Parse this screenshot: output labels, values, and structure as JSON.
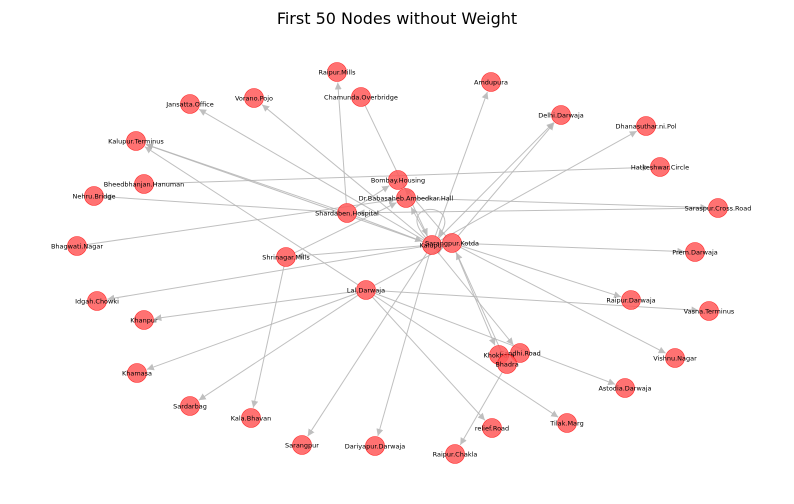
{
  "title": "First 50 Nodes without Weight",
  "style": {
    "node_color": "#ff5a5a",
    "node_border": "#ff0000",
    "edge_color": "#b5b5b5",
    "label_color": "#000000"
  },
  "nodes": [
    {
      "id": "raipur_mills",
      "label": "Raipur.Mills"
    },
    {
      "id": "amdupura",
      "label": "Amdupura"
    },
    {
      "id": "jansatta_office",
      "label": "Jansatta.Office"
    },
    {
      "id": "vorano_pojo",
      "label": "Vorano.Pojo"
    },
    {
      "id": "chamunda_overbridge",
      "label": "Chamunda.Overbridge"
    },
    {
      "id": "delhi_darwaja",
      "label": "Delhi.Darwaja"
    },
    {
      "id": "dhanasuthar_ni_pol",
      "label": "Dhanasuthar.ni.Pol"
    },
    {
      "id": "kalupur_terminus",
      "label": "Kalupur.Terminus"
    },
    {
      "id": "hatkeshwar_circle",
      "label": "Hatkeshwar.Circle"
    },
    {
      "id": "bombay_housing",
      "label": "Bombay.Housing"
    },
    {
      "id": "bheedbhanjan_hanuman",
      "label": "Bheedbhanjan.Hanuman"
    },
    {
      "id": "dr_babasaheb_ambedkar_hall",
      "label": "Dr.Babasaheb.Ambedkar.Hall"
    },
    {
      "id": "nehru_bridge",
      "label": "Nehru.Bridge"
    },
    {
      "id": "saraspur_cross_road",
      "label": "Saraspur.Cross.Road"
    },
    {
      "id": "shardaben_hospital",
      "label": "Shardaben.Hospital"
    },
    {
      "id": "kalupur",
      "label": "Kalupur"
    },
    {
      "id": "sarangpur_kotda",
      "label": "Sarangpur.Kotda"
    },
    {
      "id": "bhagwati_nagar",
      "label": "Bhagwati.Nagar"
    },
    {
      "id": "shrinagar_mills",
      "label": "Shrinagar.Mills"
    },
    {
      "id": "prem_darwaja",
      "label": "Prem.Darwaja"
    },
    {
      "id": "lal_darwaja",
      "label": "Lal.Darwaja"
    },
    {
      "id": "idgah_chowki",
      "label": "Idgah.Chowki"
    },
    {
      "id": "raipur_darwaja",
      "label": "Raipur.Darwaja"
    },
    {
      "id": "vasna_terminus",
      "label": "Vasna.Terminus"
    },
    {
      "id": "khanpur",
      "label": "Khanpur"
    },
    {
      "id": "gandhi_road",
      "label": "Gandhi.Road"
    },
    {
      "id": "khokhara",
      "label": "Khokhara"
    },
    {
      "id": "bhadra",
      "label": "Bhadra"
    },
    {
      "id": "vishnu_nagar",
      "label": "Vishnu.Nagar"
    },
    {
      "id": "khamasa",
      "label": "Khamasa"
    },
    {
      "id": "astodia_darwaja",
      "label": "Astodia.Darwaja"
    },
    {
      "id": "sardarbag",
      "label": "Sardarbag"
    },
    {
      "id": "kala_bhavan",
      "label": "Kala.Bhavan"
    },
    {
      "id": "tilak_marg",
      "label": "Tilak.Marg"
    },
    {
      "id": "relief_road",
      "label": "relief.Road"
    },
    {
      "id": "sarangpur",
      "label": "Sarangpur"
    },
    {
      "id": "dariyapur_darwaja",
      "label": "Dariyapur.Darwaja"
    },
    {
      "id": "raipur_chakla",
      "label": "Raipur.Chakla"
    }
  ],
  "edges": [
    [
      "kalupur",
      "amdupura"
    ],
    [
      "kalupur",
      "delhi_darwaja"
    ],
    [
      "sarangpur_kotda",
      "delhi_darwaja"
    ],
    [
      "kalupur",
      "dhanasuthar_ni_pol"
    ],
    [
      "kalupur",
      "vorano_pojo"
    ],
    [
      "kalupur",
      "jansatta_office"
    ],
    [
      "kalupur",
      "kalupur_terminus"
    ],
    [
      "kalupur",
      "shrinagar_mills"
    ],
    [
      "kalupur",
      "idgah_chowki"
    ],
    [
      "kalupur",
      "sarangpur"
    ],
    [
      "kalupur",
      "dariyapur_darwaja"
    ],
    [
      "kalupur",
      "gandhi_road"
    ],
    [
      "kalupur",
      "dr_babasaheb_ambedkar_hall"
    ],
    [
      "kalupur",
      "kalupur"
    ],
    [
      "sarangpur_kotda",
      "raipur_darwaja"
    ],
    [
      "sarangpur_kotda",
      "prem_darwaja"
    ],
    [
      "sarangpur_kotda",
      "vishnu_nagar"
    ],
    [
      "sarangpur_kotda",
      "khokhara"
    ],
    [
      "sarangpur_kotda",
      "bombay_housing"
    ],
    [
      "bhagwati_nagar",
      "dr_babasaheb_ambedkar_hall"
    ],
    [
      "shardaben_hospital",
      "raipur_mills"
    ],
    [
      "shardaben_hospital",
      "kalupur_terminus"
    ],
    [
      "shardaben_hospital",
      "nehru_bridge"
    ],
    [
      "shardaben_hospital",
      "kalupur"
    ],
    [
      "shardaben_hospital",
      "bombay_housing"
    ],
    [
      "chamunda_overbridge",
      "kalupur"
    ],
    [
      "bheedbhanjan_hanuman",
      "hatkeshwar_circle"
    ],
    [
      "dr_babasaheb_ambedkar_hall",
      "saraspur_cross_road"
    ],
    [
      "saraspur_cross_road",
      "shardaben_hospital"
    ],
    [
      "shrinagar_mills",
      "kala_bhavan"
    ],
    [
      "shrinagar_mills",
      "dr_babasaheb_ambedkar_hall"
    ],
    [
      "lal_darwaja",
      "khanpur"
    ],
    [
      "lal_darwaja",
      "khamasa"
    ],
    [
      "lal_darwaja",
      "sardarbag"
    ],
    [
      "lal_darwaja",
      "relief_road"
    ],
    [
      "lal_darwaja",
      "tilak_marg"
    ],
    [
      "lal_darwaja",
      "astodia_darwaja"
    ],
    [
      "lal_darwaja",
      "vasna_terminus"
    ],
    [
      "lal_darwaja",
      "sarangpur_kotda"
    ],
    [
      "lal_darwaja",
      "kalupur_terminus"
    ],
    [
      "bhadra",
      "raipur_chakla"
    ],
    [
      "bhadra",
      "sarangpur_kotda"
    ]
  ]
}
